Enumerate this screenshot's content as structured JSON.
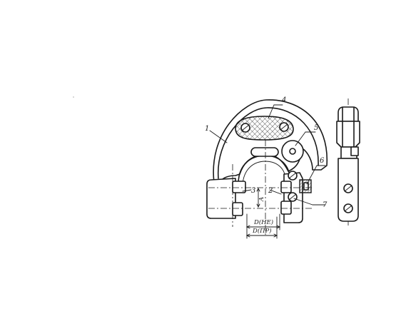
{
  "callouts": {
    "c1": "1",
    "c2": "2",
    "c3": "3",
    "c4": "4",
    "c5": "5",
    "c6": "6",
    "c7": "7"
  },
  "dimensions": {
    "a": "A",
    "d_ne": "D(НЕ)",
    "d_pr": "D(ПР)"
  }
}
